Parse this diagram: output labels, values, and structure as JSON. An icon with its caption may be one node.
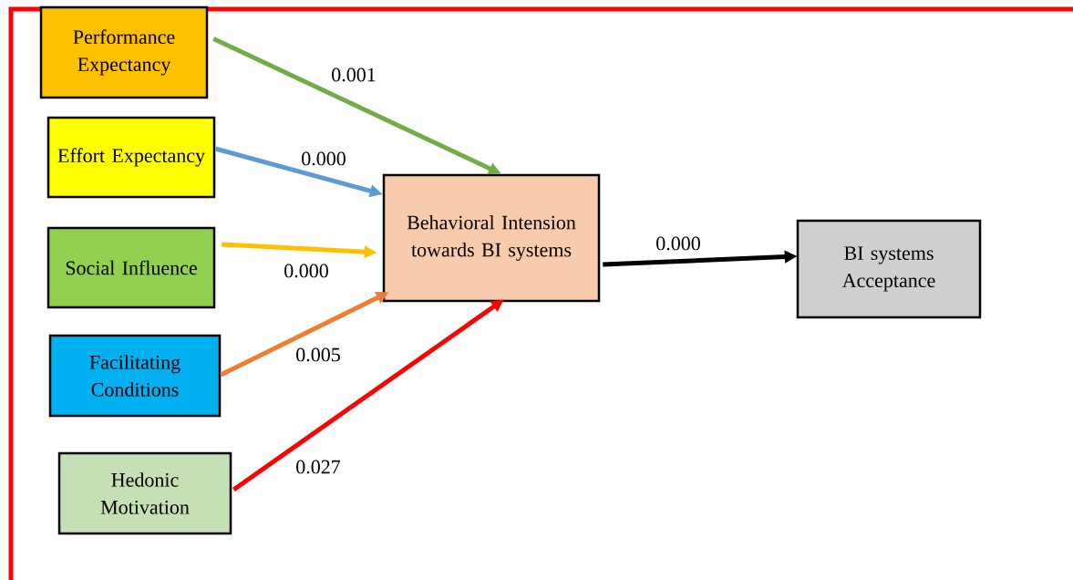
{
  "diagram": {
    "nodes": [
      {
        "text": [
          "Performance Expectancy"
        ]
      },
      {
        "text": [
          "Effort Expectancy"
        ]
      },
      {
        "text": [
          "Social Influence"
        ]
      },
      {
        "text": [
          "Facilitating Conditions"
        ]
      },
      {
        "text": [
          "Hedonic Motivation"
        ]
      },
      {
        "text": [
          "Behavioral Intension towards BI systems"
        ]
      },
      {
        "text": [
          "BI systems Acceptance"
        ]
      }
    ],
    "edges": [
      {
        "from": 0,
        "to": 5,
        "arrow": "to",
        "label": "0.001",
        "color": "#70ad47"
      },
      {
        "from": 1,
        "to": 5,
        "arrow": "to",
        "label": "0.000",
        "color": "#5b9bd5"
      },
      {
        "from": 2,
        "to": 5,
        "arrow": "to",
        "label": "0.000",
        "color": "#ffc000"
      },
      {
        "from": 3,
        "to": 5,
        "arrow": "to",
        "label": "0.005",
        "color": "#ed7d31"
      },
      {
        "from": 4,
        "to": 5,
        "arrow": "to",
        "label": "0.027",
        "color": "#ff0000"
      },
      {
        "from": 5,
        "to": 6,
        "arrow": "to",
        "label": "0.000",
        "color": "#000000"
      }
    ]
  }
}
